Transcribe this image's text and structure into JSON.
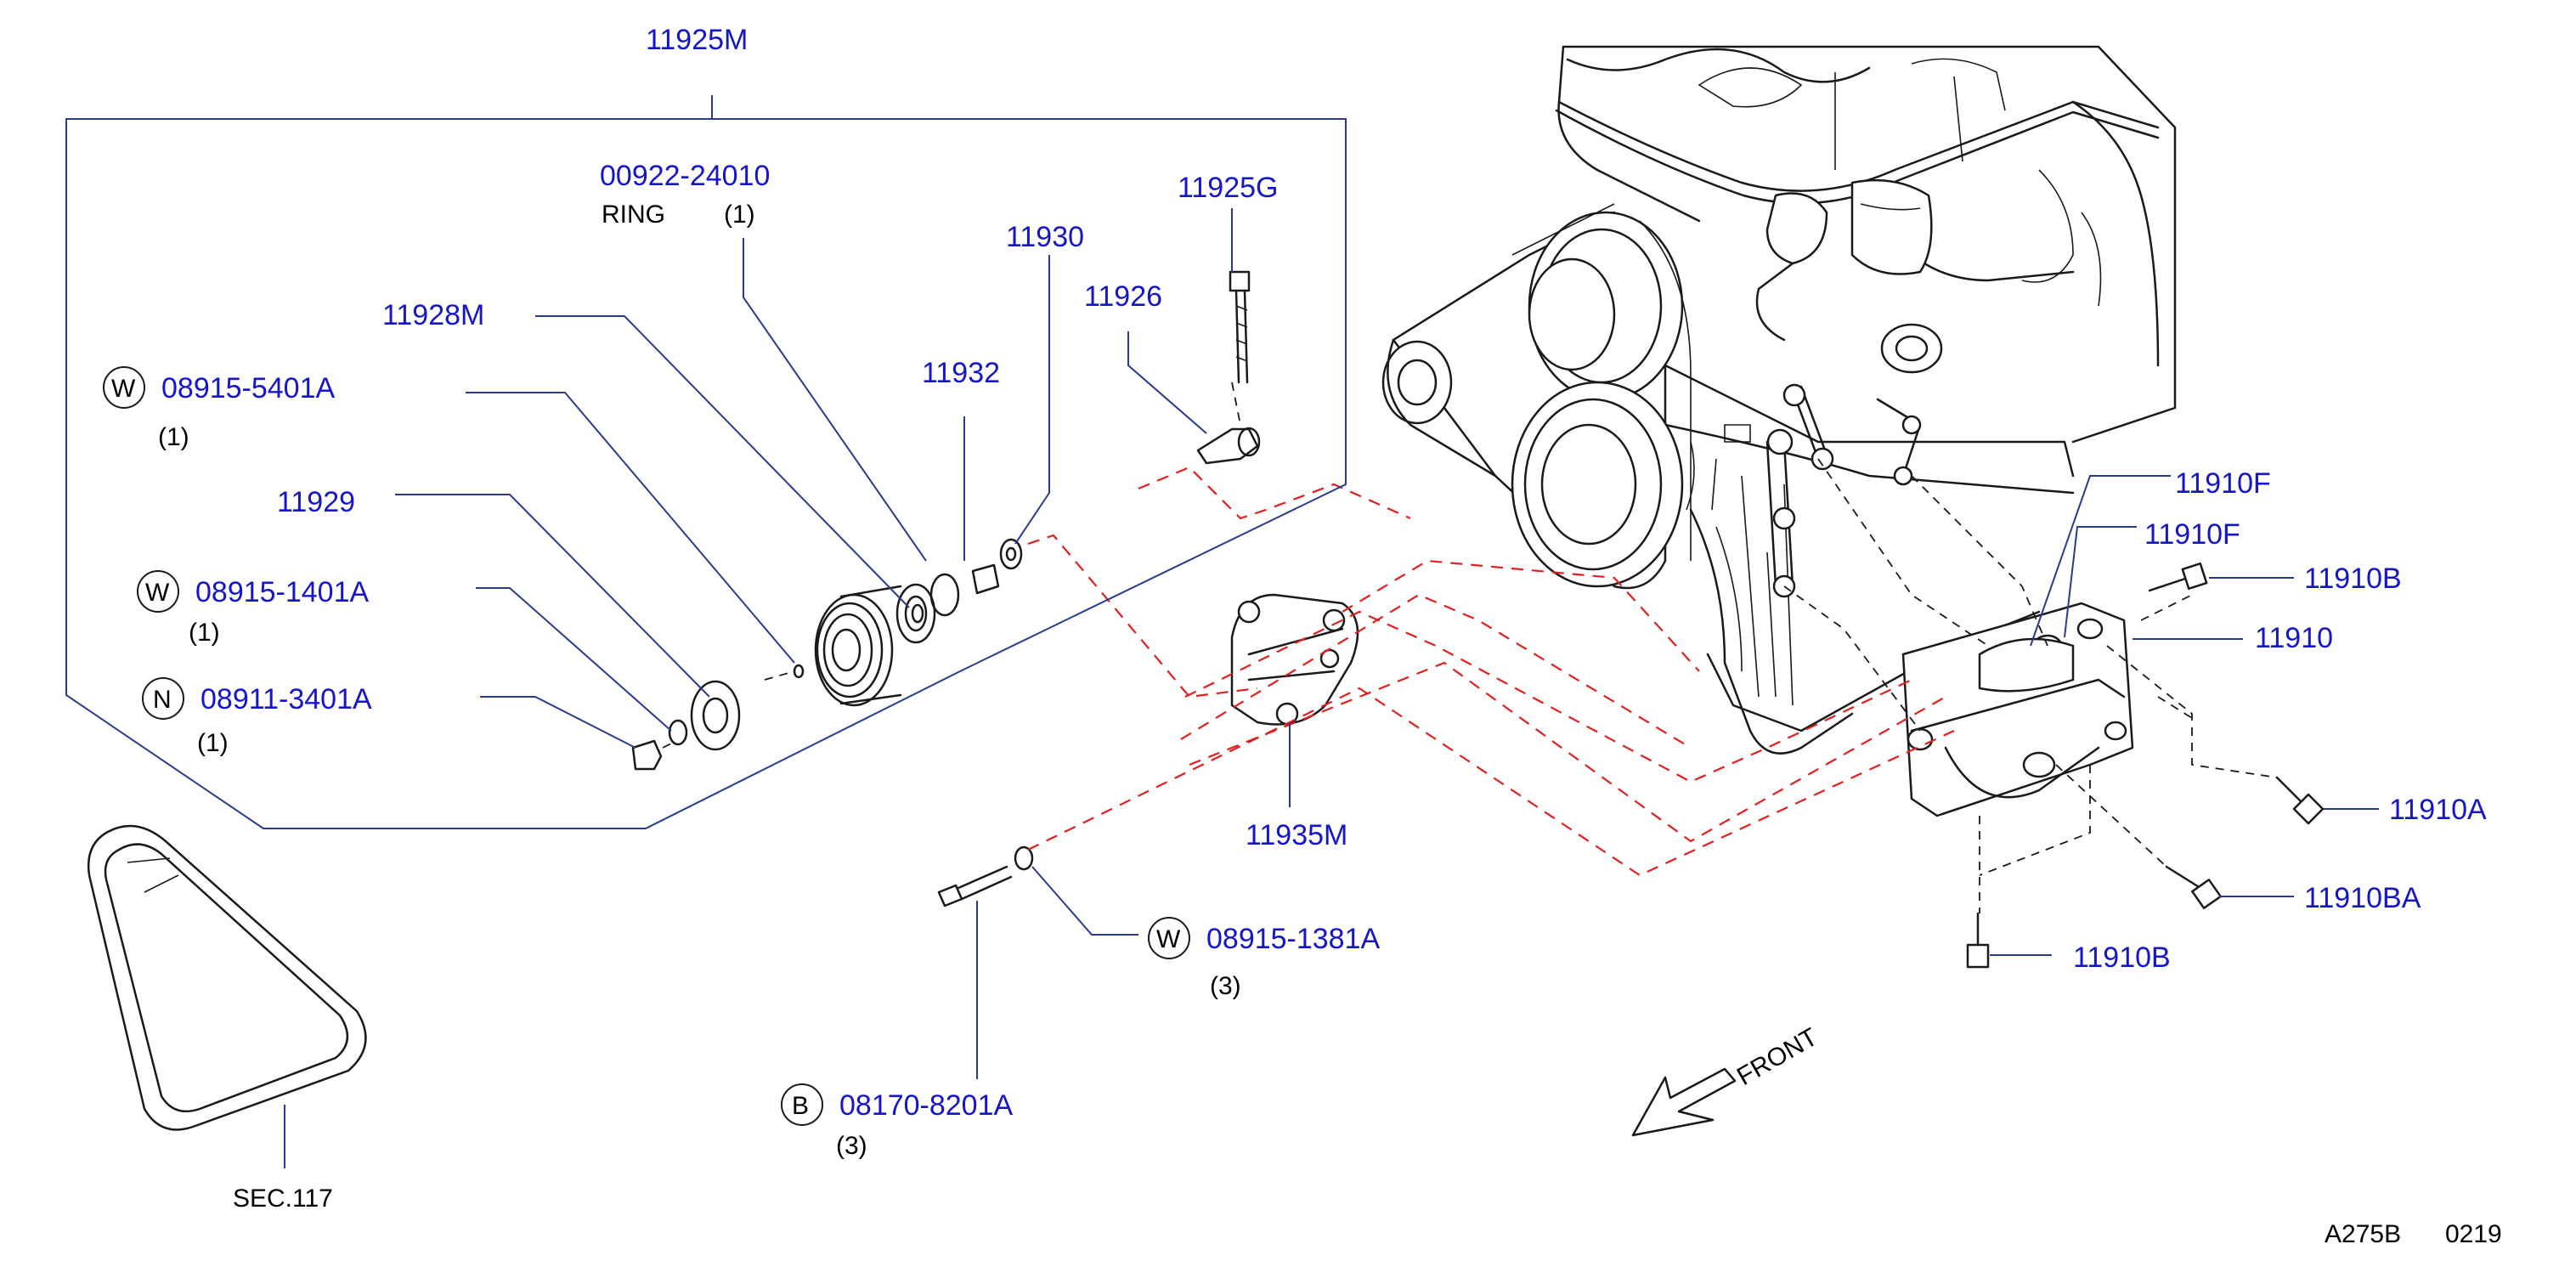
{
  "group_label": "11925M",
  "ring": {
    "part": "00922-24010",
    "name": "RING",
    "qty": "(1)"
  },
  "parts": {
    "p11930": "11930",
    "p11925G": "11925G",
    "p11926": "11926",
    "p11928M": "11928M",
    "p11932": "11932",
    "p11929": "11929",
    "p11935M": "11935M",
    "p11910F_a": "11910F",
    "p11910F_b": "11910F",
    "p11910B_a": "11910B",
    "p11910": "11910",
    "p11910A": "11910A",
    "p11910BA": "11910BA",
    "p11910B_b": "11910B"
  },
  "callouts": {
    "w1": {
      "letter": "W",
      "part": "08915-5401A",
      "qty": "(1)"
    },
    "w2": {
      "letter": "W",
      "part": "08915-1401A",
      "qty": "(1)"
    },
    "n1": {
      "letter": "N",
      "part": "08911-3401A",
      "qty": "(1)"
    },
    "w3": {
      "letter": "W",
      "part": "08915-1381A",
      "qty": "(3)"
    },
    "b1": {
      "letter": "B",
      "part": "08170-8201A",
      "qty": "(3)"
    }
  },
  "belt_ref": "SEC.117",
  "front_label": "FRONT",
  "code_a": "A275B",
  "code_b": "0219",
  "colors": {
    "part_number": "#1515cc",
    "leader": "#2a3b8f",
    "phantom": "#e02020",
    "ink": "#1a1a1a"
  }
}
